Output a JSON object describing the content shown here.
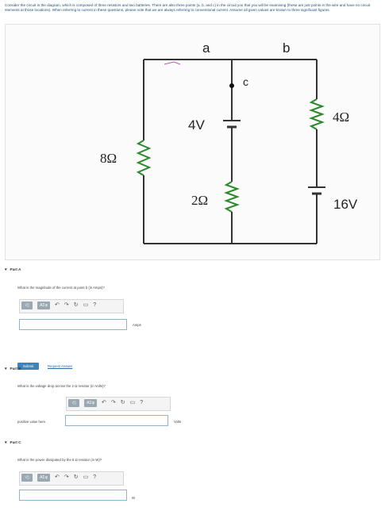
{
  "intro": "Consider the circuit in the diagram, which is composed of three resistors and two batteries. There are also three points (a, b, and c) in the circuit you that you will be examining (these are just points in the wire and have no circuit elements at those locations). When referring to current in these questions, please note that we are always referring to conventional current. Assume all given values are known to three significant figures.",
  "circuit": {
    "point_a": "a",
    "point_b": "b",
    "point_c": "c",
    "r_left": "8Ω",
    "r_mid": "2Ω",
    "r_right": "4Ω",
    "battery_mid": "4V",
    "battery_right": "16V"
  },
  "toolbar": {
    "template_label": "√▯",
    "symbol_label": "ΑΣφ",
    "undo_icon": "undo-icon",
    "redo_icon": "redo-icon",
    "reset_icon": "reset-icon",
    "keyboard_icon": "keyboard-icon",
    "help_label": "?"
  },
  "part_a": {
    "title": "Part A",
    "question": "What is the magnitude of the current at point b (in Amps)?",
    "unit": "Amps",
    "submit": "Submit",
    "request_answer": "Request Answer"
  },
  "part_b": {
    "title": "Part B",
    "question": "What is the voltage drop across the 2 Ω resistor (in Volts)?",
    "left_label": "positive value here.",
    "unit": "Volts"
  },
  "part_c": {
    "title": "Part C",
    "question": "What is the power dissipated by the 8 Ω resistor (in W)?",
    "unit": "W"
  }
}
